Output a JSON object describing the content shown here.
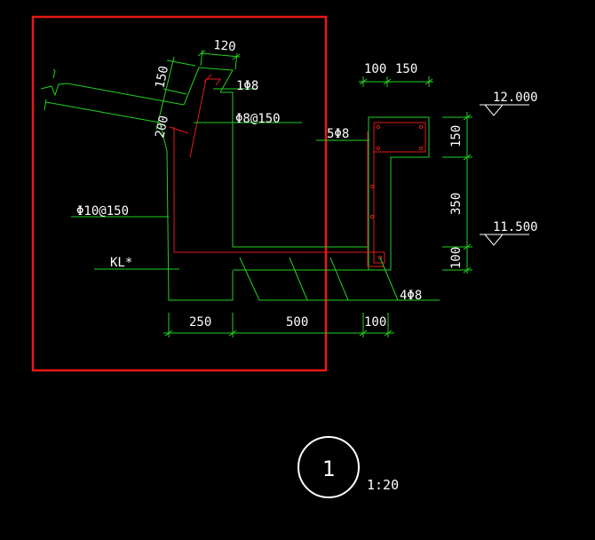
{
  "colors": {
    "background": "#000000",
    "outline": "#1fd21f",
    "rebar": "#e01b1b",
    "highlight_box": "#e81818",
    "text": "#ffffff"
  },
  "dimensions": {
    "top_width": "120",
    "slope_height_upper": "150",
    "slope_height_lower": "200",
    "right_top_left": "100",
    "right_top_right": "150",
    "right_v1": "150",
    "right_v2": "350",
    "right_v3": "100",
    "bottom_1": "250",
    "bottom_2": "500",
    "bottom_3": "100"
  },
  "labels": {
    "rebar_top": "1Φ8",
    "stirrup": "Φ8@150",
    "main_bar": "Φ10@150",
    "beam": "KL*",
    "right_bars": "5Φ8",
    "bottom_bars": "4Φ8"
  },
  "elevations": {
    "upper": "12.000",
    "lower": "11.500"
  },
  "detail": {
    "number": "1",
    "scale": "1:20"
  }
}
